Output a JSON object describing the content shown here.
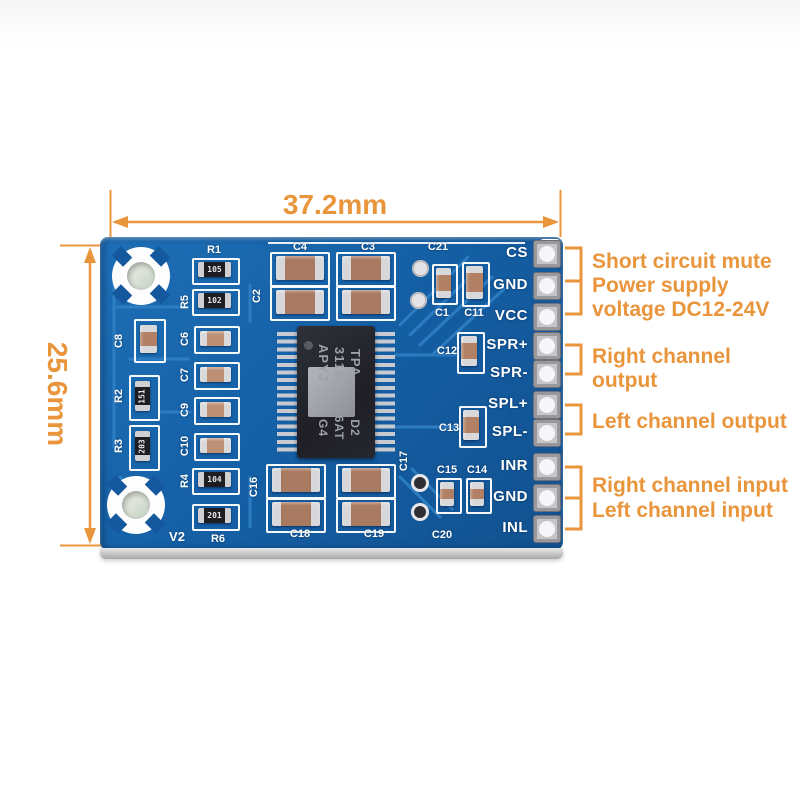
{
  "annotations": {
    "width": "37.2mm",
    "height": "25.6mm"
  },
  "pins": [
    "CS",
    "GND",
    "VCC",
    "SPR+",
    "SPR-",
    "SPL+",
    "SPL-",
    "INR",
    "GND",
    "INL"
  ],
  "callouts": {
    "power": [
      "Short circuit mute",
      "Power supply",
      "voltage DC12-24V"
    ],
    "right_output": "Right channel output",
    "left_output": "Left channel output",
    "inputs": [
      "Right channel input",
      "Left channel input"
    ]
  },
  "ic": {
    "top_marking": [
      "TPA",
      "3116",
      "APYJ"
    ],
    "bottom_marking": [
      "D2",
      "6AT",
      "G4"
    ]
  },
  "silkscreen": {
    "r1": "R1",
    "r2": "R2",
    "r3": "R3",
    "r4": "R4",
    "r5": "R5",
    "r6": "R6",
    "c1": "C1",
    "c2": "C2",
    "c3": "C3",
    "c4": "C4",
    "c6": "C6",
    "c7": "C7",
    "c8": "C8",
    "c9": "C9",
    "c10": "C10",
    "c11": "C11",
    "c12": "C12",
    "c13": "C13",
    "c14": "C14",
    "c15": "C15",
    "c16": "C16",
    "c17": "C17",
    "c18": "C18",
    "c19": "C19",
    "c20": "C20",
    "c21": "C21",
    "v2": "V2"
  },
  "component_values": {
    "r1": "105",
    "r2": "151",
    "r3": "203",
    "r4": "104",
    "r5": "102",
    "r6": "201"
  },
  "colors": {
    "accent": "#E9953C",
    "board_blue": "#1560A6",
    "trace_blue": "#2F80C6",
    "silkscreen": "#FFFFFF"
  }
}
